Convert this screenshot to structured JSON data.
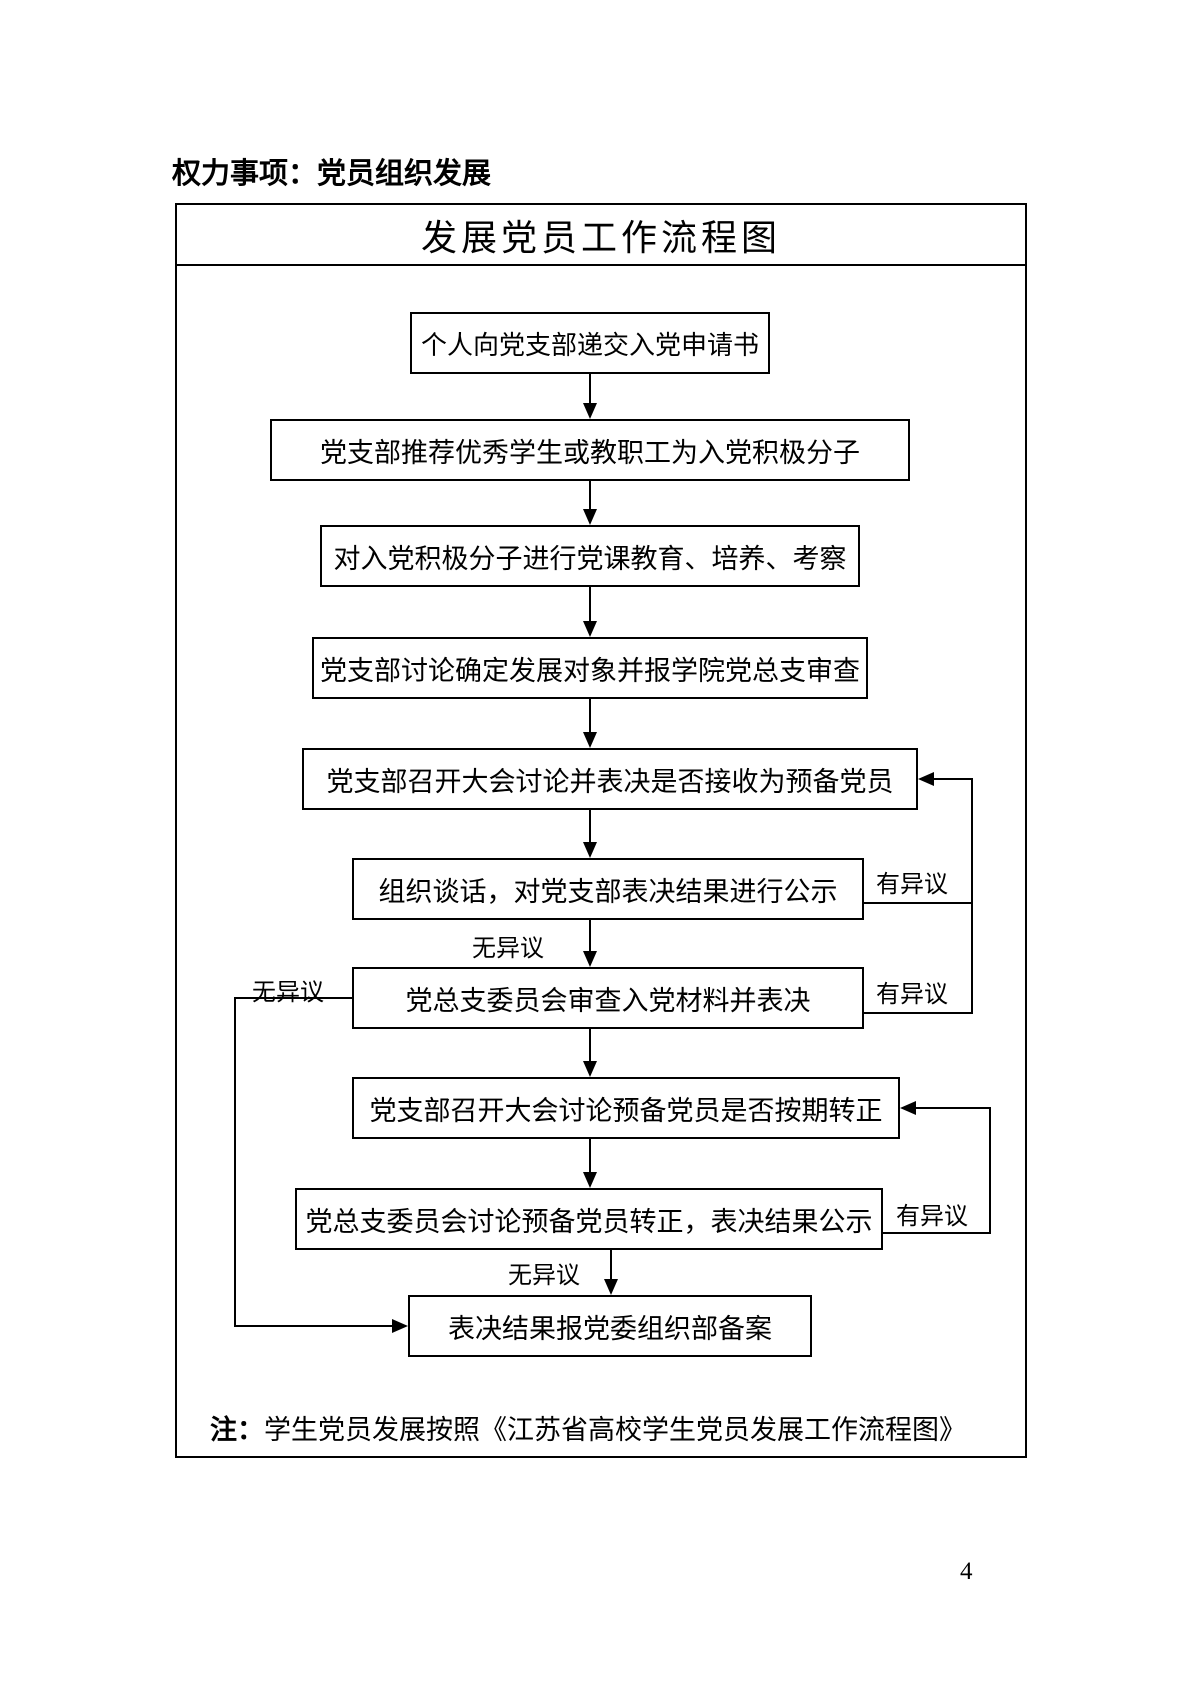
{
  "page": {
    "header": "权力事项：党员组织发展",
    "page_number": "4"
  },
  "flowchart": {
    "title": "发展党员工作流程图",
    "boxes": [
      "个人向党支部递交入党申请书",
      "党支部推荐优秀学生或教职工为入党积极分子",
      "对入党积极分子进行党课教育、培养、考察",
      "党支部讨论确定发展对象并报学院党总支审查",
      "党支部召开大会讨论并表决是否接收为预备党员",
      "组织谈话，对党支部表决结果进行公示",
      "党总支委员会审查入党材料并表决",
      "党支部召开大会讨论预备党员是否按期转正",
      "党总支委员会讨论预备党员转正，表决结果公示",
      "表决结果报党委组织部备案"
    ],
    "labels": {
      "no_objection": "无异议",
      "objection": "有异议"
    },
    "edges": [
      {
        "from": 0,
        "to": 1
      },
      {
        "from": 1,
        "to": 2
      },
      {
        "from": 2,
        "to": 3
      },
      {
        "from": 3,
        "to": 4
      },
      {
        "from": 4,
        "to": 5
      },
      {
        "from": 5,
        "to": 6,
        "label": "无异议"
      },
      {
        "from": 6,
        "to": 7
      },
      {
        "from": 7,
        "to": 8
      },
      {
        "from": 8,
        "to": 9,
        "label": "无异议"
      },
      {
        "from": 5,
        "to": 4,
        "label": "有异议"
      },
      {
        "from": 6,
        "to": 4,
        "label": "有异议"
      },
      {
        "from": 6,
        "to": 9,
        "label": "无异议"
      },
      {
        "from": 8,
        "to": 7,
        "label": "有异议"
      }
    ],
    "note_prefix": "注：",
    "note_text": "学生党员发展按照《江苏省高校学生党员发展工作流程图》"
  }
}
